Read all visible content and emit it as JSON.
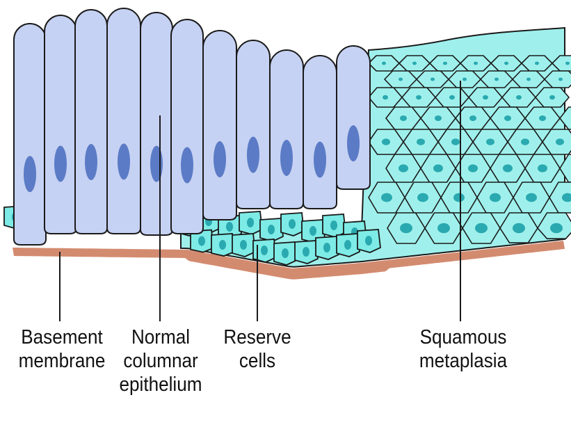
{
  "colors": {
    "columnar_cell": "#c6d2f3",
    "columnar_nucleus": "#5b7bc6",
    "reserve_cell": "#7eebe6",
    "reserve_nucleus": "#2aa9b0",
    "squamous_cell": "#9ff0ec",
    "basement_membrane": "#d38b6f",
    "outline": "#1a1a1a"
  },
  "labels": {
    "basement": {
      "line1": "Basement",
      "line2": "membrane"
    },
    "columnar": {
      "line1": "Normal",
      "line2": "columnar",
      "line3": "epithelium"
    },
    "reserve": {
      "line1": "Reserve",
      "line2": "cells"
    },
    "squamous": {
      "line1": "Squamous",
      "line2": "metaplasia"
    }
  }
}
